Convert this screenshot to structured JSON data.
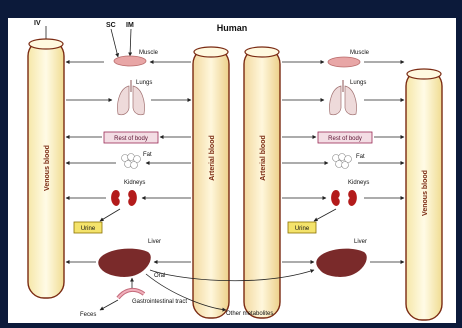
{
  "title": "Human",
  "labels": {
    "iv": "IV",
    "sc": "SC",
    "im": "IM",
    "muscle": "Muscle",
    "lungs": "Lungs",
    "rest_of_body": "Rest of body",
    "fat": "Fat",
    "kidneys": "Kidneys",
    "urine": "Urine",
    "liver": "Liver",
    "oral": "Oral",
    "gi_tract": "Gastrointestinal tract",
    "faeces": "Feces",
    "other_metabolites": "Other metabolites"
  },
  "vessels": {
    "venous": "Venous blood",
    "arterial": "Arterial blood"
  },
  "colors": {
    "vessel_fill": "#fff6c8",
    "vessel_stroke": "#7a2a12",
    "urine_fill": "#f4e36b",
    "rest_fill": "#f3dde4",
    "rest_stroke": "#9a2a55",
    "liver": "#7a2a2a",
    "kidney": "#b31b1b",
    "muscle": "#e8a6a6"
  }
}
